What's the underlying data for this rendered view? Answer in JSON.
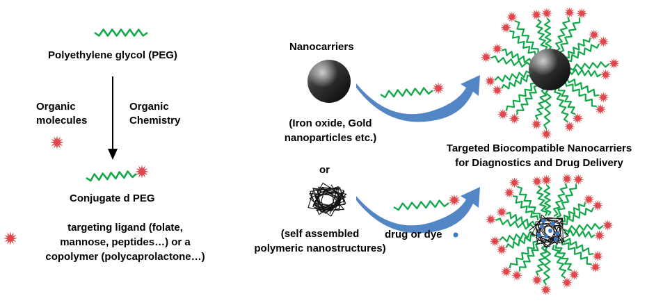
{
  "colors": {
    "peg_chain": "#11a84a",
    "ligand_star": "#e0474c",
    "nanoparticle": "#1f1f1f",
    "arrow": "#4a7fc1",
    "drug_dot": "#3a79c4",
    "text": "#000000"
  },
  "icons": {
    "peg": "zigzag-chain",
    "ligand": "red-starburst",
    "nanoparticle": "dark-sphere",
    "polymer": "tangled-coil",
    "drug": "blue-dot"
  },
  "left": {
    "peg_title": "Polyethylene glycol (PEG)",
    "organic_molecules_1": "Organic",
    "organic_molecules_2": "molecules",
    "organic_chemistry_1": "Organic",
    "organic_chemistry_2": "Chemistry",
    "conjugated_peg": "Conjugate d PEG",
    "ligand_line1": "targeting ligand (folate,",
    "ligand_line2": "mannose, peptides…) or a",
    "ligand_line3": "copolymer (polycaprolactone…)"
  },
  "middle": {
    "nanocarriers": "Nanocarriers",
    "iron_line1": "(Iron oxide, Gold",
    "iron_line2": "nanoparticles etc.)",
    "or": "or",
    "self_line1": "(self assembled",
    "self_line2": "polymeric nanostructures)",
    "drug_or_dye": "drug or dye"
  },
  "right": {
    "targeted_line1": "Targeted Biocompatible Nanocarriers",
    "targeted_line2": "for Diagnostics and Drug Delivery"
  }
}
